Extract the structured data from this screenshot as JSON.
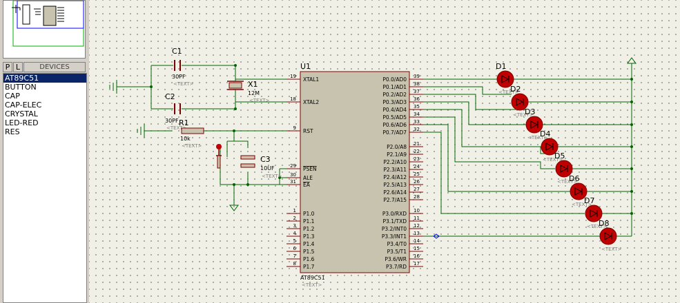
{
  "panel": {
    "p_label": "P",
    "l_label": "L",
    "devices_title": "DEVICES",
    "devices": [
      "AT89C51",
      "BUTTON",
      "CAP",
      "CAP-ELEC",
      "CRYSTAL",
      "LED-RED",
      "RES"
    ],
    "selected_device": "AT89C51"
  },
  "schematic": {
    "text_placeholder": "<TEXT>",
    "c1": {
      "ref": "C1",
      "value": "30PF"
    },
    "c2": {
      "ref": "C2",
      "value": "30PF"
    },
    "x1": {
      "ref": "X1",
      "value": "12M"
    },
    "r1": {
      "ref": "R1",
      "value": "10k"
    },
    "c3": {
      "ref": "C3",
      "value": "10UF"
    },
    "u1": {
      "ref": "U1",
      "part": "AT89C51",
      "left_pins": [
        {
          "num": "19",
          "name": "XTAL1"
        },
        {
          "num": "18",
          "name": "XTAL2"
        },
        {
          "num": "9",
          "name": "RST"
        },
        {
          "num": "29",
          "name": "PSEN"
        },
        {
          "num": "30",
          "name": "ALE"
        },
        {
          "num": "31",
          "name": "EA"
        },
        {
          "num": "1",
          "name": "P1.0"
        },
        {
          "num": "2",
          "name": "P1.1"
        },
        {
          "num": "3",
          "name": "P1.2"
        },
        {
          "num": "4",
          "name": "P1.3"
        },
        {
          "num": "5",
          "name": "P1.4"
        },
        {
          "num": "6",
          "name": "P1.5"
        },
        {
          "num": "7",
          "name": "P1.6"
        },
        {
          "num": "8",
          "name": "P1.7"
        }
      ],
      "right_pins": [
        {
          "num": "39",
          "name": "P0.0/AD0"
        },
        {
          "num": "38",
          "name": "P0.1/AD1"
        },
        {
          "num": "37",
          "name": "P0.2/AD2"
        },
        {
          "num": "36",
          "name": "P0.3/AD3"
        },
        {
          "num": "35",
          "name": "P0.4/AD4"
        },
        {
          "num": "34",
          "name": "P0.5/AD5"
        },
        {
          "num": "33",
          "name": "P0.6/AD6"
        },
        {
          "num": "32",
          "name": "P0.7/AD7"
        },
        {
          "num": "21",
          "name": "P2.0/A8"
        },
        {
          "num": "22",
          "name": "P2.1/A9"
        },
        {
          "num": "23",
          "name": "P2.2/A10"
        },
        {
          "num": "24",
          "name": "P2.3/A11"
        },
        {
          "num": "25",
          "name": "P2.4/A12"
        },
        {
          "num": "26",
          "name": "P2.5/A13"
        },
        {
          "num": "27",
          "name": "P2.6/A14"
        },
        {
          "num": "28",
          "name": "P2.7/A15"
        },
        {
          "num": "10",
          "name": "P3.0/RXD"
        },
        {
          "num": "11",
          "name": "P3.1/TXD"
        },
        {
          "num": "12",
          "name": "P3.2/INT0"
        },
        {
          "num": "13",
          "name": "P3.3/INT1"
        },
        {
          "num": "14",
          "name": "P3.4/T0"
        },
        {
          "num": "15",
          "name": "P3.5/T1"
        },
        {
          "num": "16",
          "name": "P3.6/WR"
        },
        {
          "num": "17",
          "name": "P3.7/RD"
        }
      ]
    },
    "leds": [
      "D1",
      "D2",
      "D3",
      "D4",
      "D5",
      "D6",
      "D7",
      "D8"
    ],
    "colors": {
      "wire": "#006400",
      "component": "#800000",
      "chip_fill": "#c7c3ae",
      "led_fill": "#c00000",
      "placeholder_text": "#808080",
      "canvas_bg": "#f0f0e6"
    }
  }
}
